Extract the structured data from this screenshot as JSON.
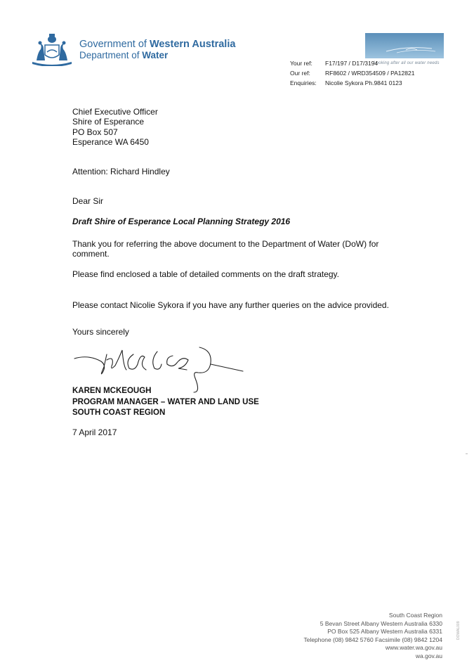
{
  "header": {
    "gov_prefix": "Government of ",
    "gov_bold": "Western Australia",
    "dept_prefix": "Department of ",
    "dept_bold": "Water",
    "tagline": "Looking after all our water needs"
  },
  "refs": {
    "your_ref_label": "Your ref:",
    "your_ref": "F17/197 / D17/3194",
    "our_ref_label": "Our ref:",
    "our_ref": "RF8602 / WRD354509 / PA12821",
    "enquiries_label": "Enquiries:",
    "enquiries": "Nicolie Sykora Ph.9841 0123"
  },
  "recipient": {
    "line1": "Chief Executive Officer",
    "line2": "Shire of Esperance",
    "line3": "PO Box 507",
    "line4": "Esperance WA 6450"
  },
  "body": {
    "attention": "Attention: Richard Hindley",
    "salutation": "Dear Sir",
    "subject": "Draft Shire of Esperance Local Planning Strategy 2016",
    "para1_line1": "Thank you for referring the above document to the Department of Water (DoW) for",
    "para1_line2": "comment.",
    "para2": "Please find enclosed a table of detailed comments on the draft strategy.",
    "para3": "Please contact Nicolie Sykora if you have any further queries on the advice provided.",
    "closing": "Yours sincerely"
  },
  "signatory": {
    "name": "KAREN MCKEOUGH",
    "title": "PROGRAM MANAGER – WATER AND LAND USE",
    "region": "SOUTH COAST REGION",
    "date": "7 April 2017"
  },
  "footer": {
    "line1": "South Coast Region",
    "line2": "5 Bevan Street  Albany  Western Australia  6330",
    "line3": "PO Box 525  Albany  Western Australia  6331",
    "line4": "Telephone (08) 9842 5760  Facsimile (08) 9842 1204",
    "line5": "www.water.wa.gov.au",
    "line6": "wa.gov.au"
  },
  "side_code": "DOWAL009"
}
